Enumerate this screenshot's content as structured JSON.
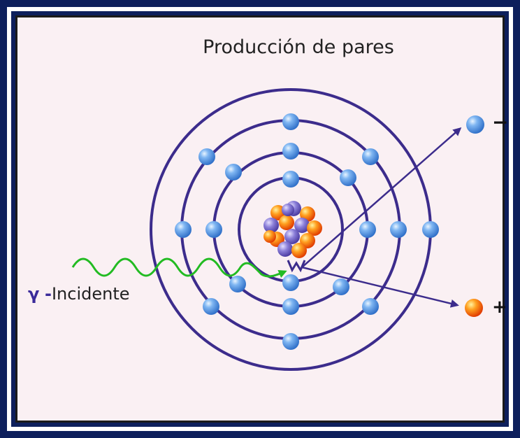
{
  "diagram": {
    "title": "Producción de pares",
    "incident_label": {
      "symbol": "γ",
      "dash": "-",
      "text": "Incidente"
    },
    "electron_sign": "−",
    "positron_sign": "+",
    "colors": {
      "frame": "#0d1f5c",
      "background": "#faf0f3",
      "orbit": "#3c2c8c",
      "electron": "#4a8fe0",
      "positron": "#f06a10",
      "wave": "#22bb22",
      "arrow": "#3c2c8c"
    },
    "icons": [
      "atom-nucleus-icon",
      "electron-icon",
      "positron-icon",
      "gamma-wave-icon"
    ]
  }
}
